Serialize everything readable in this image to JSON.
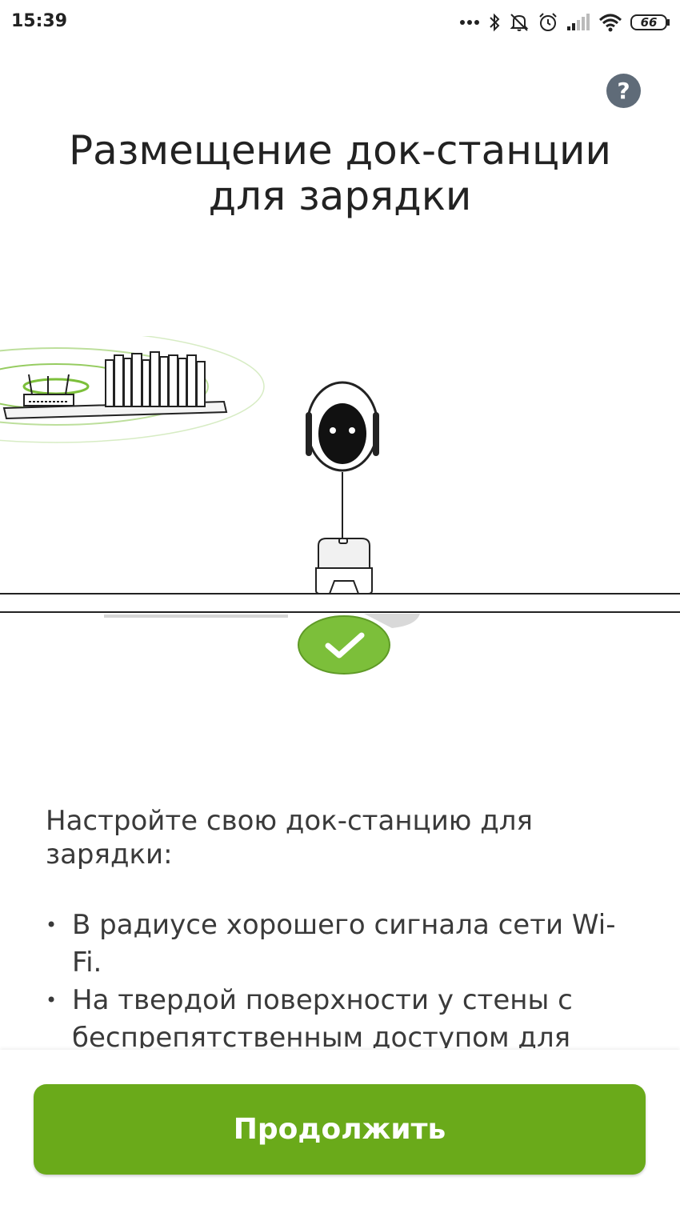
{
  "status_bar": {
    "time": "15:39",
    "battery": "66",
    "icons": [
      "more-dots-icon",
      "bluetooth-icon",
      "silent-bell-icon",
      "alarm-icon",
      "signal-icon",
      "wifi-icon",
      "battery-icon"
    ]
  },
  "header": {
    "help_label": "?",
    "title": "Размещение док-станции для зарядки"
  },
  "illustration": {
    "icons": [
      "router-icon",
      "bookshelf-icon",
      "robot-icon",
      "dock-station-icon",
      "check-icon"
    ],
    "accent_color": "#7cbf3a"
  },
  "content": {
    "intro": "Настройте свою док-станцию для зарядки:",
    "bullet_symbol": "•",
    "bullets": [
      "В радиусе хорошего сигнала сети Wi-Fi.",
      "На твердой поверхности у стены с беспрепятственным доступом для"
    ]
  },
  "footer": {
    "continue_label": "Продолжить",
    "button_color": "#6aaa1a"
  }
}
